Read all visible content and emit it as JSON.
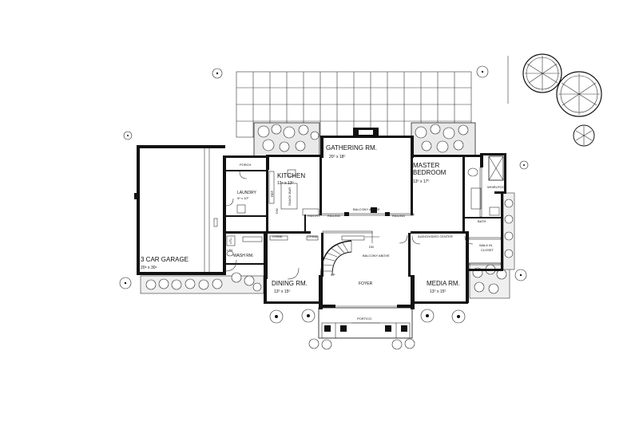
{
  "rooms": {
    "gathering": {
      "name": "GATHERING RM.",
      "size": "20⁰ x 18⁰"
    },
    "master": {
      "name_l1": "MASTER",
      "name_l2": "BEDROOM",
      "size": "13⁰ x 17⁰"
    },
    "kitchen": {
      "name": "KITCHEN",
      "size": "13⁴ x 13⁰"
    },
    "laundry": {
      "name": "LAUNDRY",
      "size": "9⁴ x 10⁰"
    },
    "porch": {
      "name": "PORCH"
    },
    "garage": {
      "name": "3 CAR GARAGE",
      "size": "20⁸ x 30⁶"
    },
    "wash": {
      "name": "WASH RM."
    },
    "dining": {
      "name": "DINING RM.",
      "size": "13⁰ x 15⁰"
    },
    "foyer": {
      "name": "FOYER"
    },
    "media": {
      "name": "MEDIA RM.",
      "size": "13⁰ x 15⁰"
    },
    "portico": {
      "name": "PORTICO"
    },
    "bath": {
      "name": "BATH"
    },
    "walkin": {
      "name_l1": "WALK IN",
      "name_l2": "CLOSET"
    }
  },
  "fixtures": {
    "whirlpool": "WHIRLPOOL",
    "pantry": "PANTRY",
    "railing_left": "RAILING",
    "railing_right": "RAILING",
    "balcony_above_top": "BALCONY ABOVE",
    "balcony_above_mid": "BALCONY ABOVE",
    "audio_video_center": "AUDIO/VIDEO CENTER",
    "china_left": "CHINA",
    "china_right": "CHINA",
    "snack_bar": "SNACK BAR",
    "stair_dn": "DN",
    "stair_up": "UP",
    "refrigerator": "REF.",
    "dw": "DW",
    "lav": "LAV.",
    "utl": "UTL."
  }
}
